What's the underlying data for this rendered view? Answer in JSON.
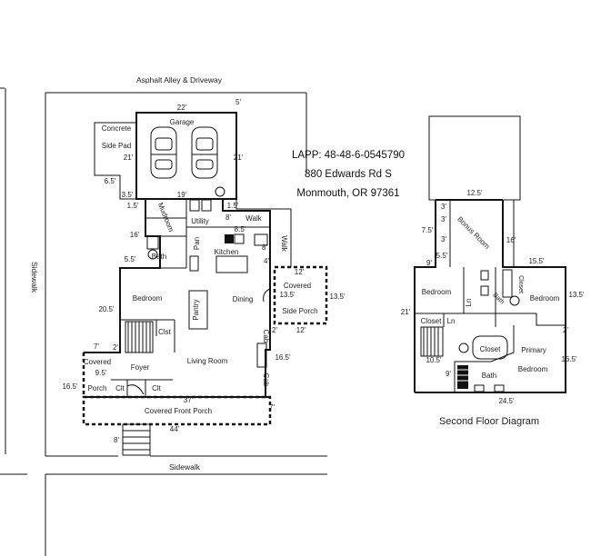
{
  "site": {
    "alley": "Asphalt Alley & Driveway",
    "sidewalk_left": "Sidewalk",
    "sidewalk_bottom": "Sidewalk"
  },
  "info": {
    "lapp": "LAPP:  48-48-6-0545790",
    "address1": "880 Edwards Rd S",
    "address2": "Monmouth, OR 97361"
  },
  "first_floor": {
    "rooms": {
      "garage": "Garage",
      "concrete": "Concrete",
      "side_pad": "Side Pad",
      "mudroom": "Mudroom",
      "utility": "Utility",
      "walk_h": "Walk",
      "walk_v": "Walk",
      "bath": "Bath",
      "pan": "Pan",
      "kitchen": "Kitchen",
      "pantry": "Pantry",
      "bedroom": "Bedroom",
      "dining": "Dining",
      "covered_side": "Covered",
      "side_porch": "Side Porch",
      "clst": "Clst",
      "foyer": "Foyer",
      "living": "Living Room",
      "covered_porch_1": "Covered",
      "covered_porch_2": "Porch",
      "clt1": "Clt",
      "clt2": "Clt",
      "cab1": "Cab",
      "cab2": "Cab",
      "front_porch": "Covered Front Porch"
    },
    "dims": {
      "d22": "22'",
      "d5a": "5'",
      "d21a": "21'",
      "d21b": "21'",
      "d6_5": "6.5'",
      "d3_5": "3.5'",
      "d1_5a": "1.5'",
      "d19": "19'",
      "d1_5b": "1.5'",
      "d8a": "8'",
      "d8_5": "8.5'",
      "d16a": "16'",
      "d8b": "8'",
      "d4": "4'",
      "d5_5": "5.5'",
      "d12a": "12'",
      "d13_5a": "13.5'",
      "d13_5b": "13.5'",
      "d20_5": "20.5'",
      "d2a": "2'",
      "d12b": "12'",
      "d7a": "7'",
      "d2b": "2'",
      "d9_5": "9.5'",
      "d16_5": "16.5'",
      "d16_5b": "16.5'",
      "d37": "37'",
      "d7b": "7'",
      "d44": "44'",
      "d8c": "8'"
    }
  },
  "second_floor": {
    "title": "Second Floor Diagram",
    "rooms": {
      "bonus": "Bonus Room",
      "bedroom_left": "Bedroom",
      "ln1": "Ln",
      "closet_v": "Closet",
      "bath_small": "Bath",
      "bedroom_right": "Bedroom",
      "closet1": "Closet",
      "ln2": "Ln",
      "closet2": "Closet",
      "primary": "Primary",
      "bedroom_primary": "Bedroom",
      "bath_big": "Bath"
    },
    "dims": {
      "d12_5": "12.5'",
      "d3a": "3'",
      "d3b": "3'",
      "d7_5": "7.5'",
      "d3c": "3'",
      "d5_5": "5.5'",
      "d9a": "9'",
      "d16": "16'",
      "d15_5": "15.5'",
      "d21": "21'",
      "d13_5": "13.5'",
      "d2": "2'",
      "d16_5": "16.5'",
      "d10_5": "10.5'",
      "d9b": "9'",
      "d24_5": "24.5'"
    }
  }
}
